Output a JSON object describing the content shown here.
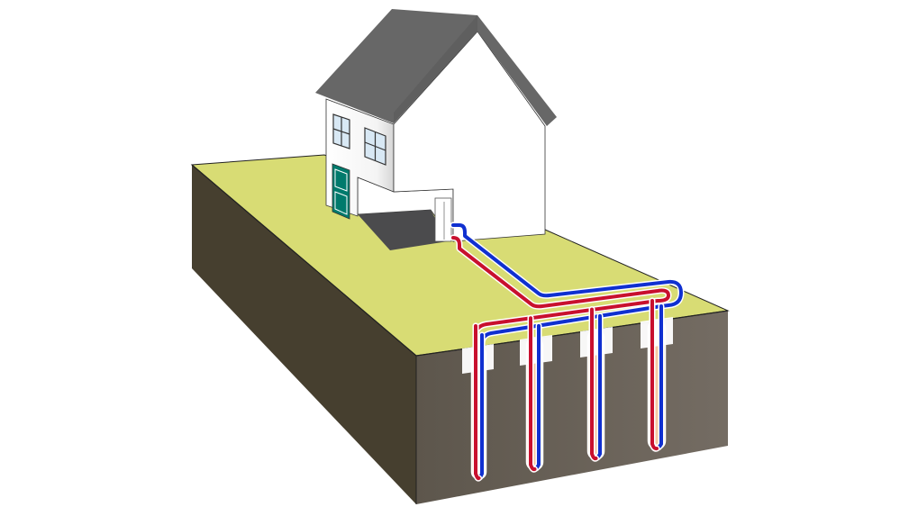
{
  "colors": {
    "background": "#ffffff",
    "ground_top": "#d8dc74",
    "ground_left_face": "#463f2f",
    "ground_right_face": "#6b635a",
    "roof": "#676767",
    "roof_fascia": "#555555",
    "wall": "#ffffff",
    "garage_floor": "#4b4b4d",
    "door": "#007a6c",
    "window_glass": "#d8e8f4",
    "hot_pipe": "#c8102e",
    "cold_pipe": "#1030d0",
    "borehole_fill": "#f6c9a4",
    "borehole_cap": "#ffffff"
  },
  "boreholes": [
    {
      "name": "borehole-1"
    },
    {
      "name": "borehole-2"
    },
    {
      "name": "borehole-3"
    },
    {
      "name": "borehole-4"
    }
  ]
}
